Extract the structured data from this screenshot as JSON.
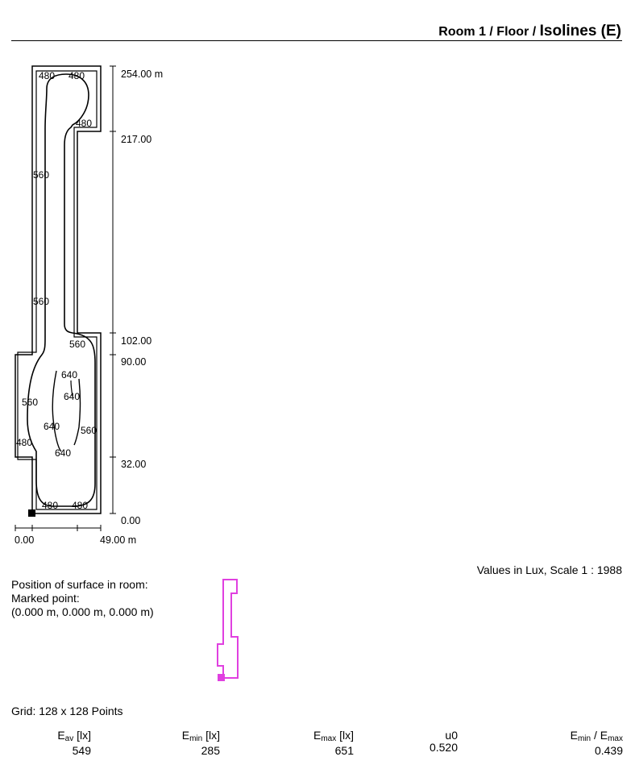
{
  "header": {
    "prefix": "Room 1 / Floor / ",
    "title": "Isolines (E)"
  },
  "plan": {
    "y_labels": [
      "254.00 m",
      "217.00",
      "102.00",
      "90.00",
      "32.00",
      "0.00"
    ],
    "x_labels": [
      "0.00",
      "49.00 m"
    ],
    "isoline_labels": [
      "480",
      "480",
      "480",
      "560",
      "560",
      "560",
      "560",
      "640",
      "640",
      "640",
      "560",
      "640",
      "480",
      "480",
      "480"
    ]
  },
  "scale_note": "Values in Lux, Scale 1 : 1988",
  "position": {
    "title": "Position of surface in room:",
    "marked": "Marked point:",
    "coords": "(0.000 m, 0.000 m, 0.000 m)"
  },
  "grid_text": "Grid: 128 x 128 Points",
  "stats": {
    "eav_label": "E",
    "eav_sub": "av",
    "eav_unit": " [lx]",
    "eav_value": "549",
    "emin_label": "E",
    "emin_sub": "min",
    "emin_unit": " [lx]",
    "emin_value": "285",
    "emax_label": "E",
    "emax_sub": "max",
    "emax_unit": " [lx]",
    "emax_value": "651",
    "u0_label": "u0",
    "u0_value": "0.520",
    "ratio_a": "E",
    "ratio_a_sub": "min",
    "ratio_sep": " / E",
    "ratio_b_sub": "max",
    "ratio_value": "0.439"
  },
  "colors": {
    "locator": "#e040e0",
    "lines": "#000000"
  }
}
